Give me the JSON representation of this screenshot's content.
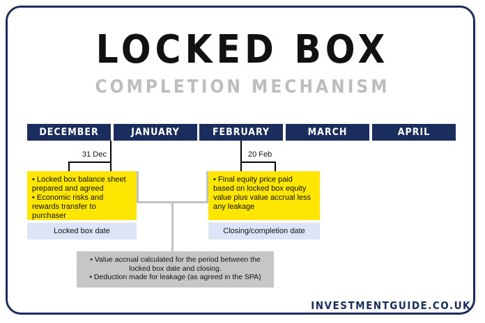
{
  "title": "LOCKED BOX",
  "subtitle": "COMPLETION MECHANISM",
  "months": [
    "DECEMBER",
    "JANUARY",
    "FEBRUARY",
    "MARCH",
    "APRIL"
  ],
  "markers": {
    "dec": {
      "date": "31 Dec"
    },
    "feb": {
      "date": "20 Feb"
    }
  },
  "boxes": {
    "left_points": [
      "• Locked box balance sheet prepared and agreed",
      "• Economic risks and rewards transfer to purchaser"
    ],
    "left_label": "Locked box date",
    "right_points": [
      "• Final equity price paid based on locked box equity value plus value accrual less any leakage"
    ],
    "right_label": "Closing/completion date",
    "center_points": [
      "• Value accrual calculated for the period between the locked box date and closing.",
      "• Deduction made for leakage (as agreed in the SPA)"
    ]
  },
  "colors": {
    "navy": "#1b2d5c",
    "yellow": "#ffe600",
    "light_blue": "#dde4f7",
    "gray": "#c6c6c6"
  },
  "footer": "INVESTMENTGUIDE.CO.UK"
}
